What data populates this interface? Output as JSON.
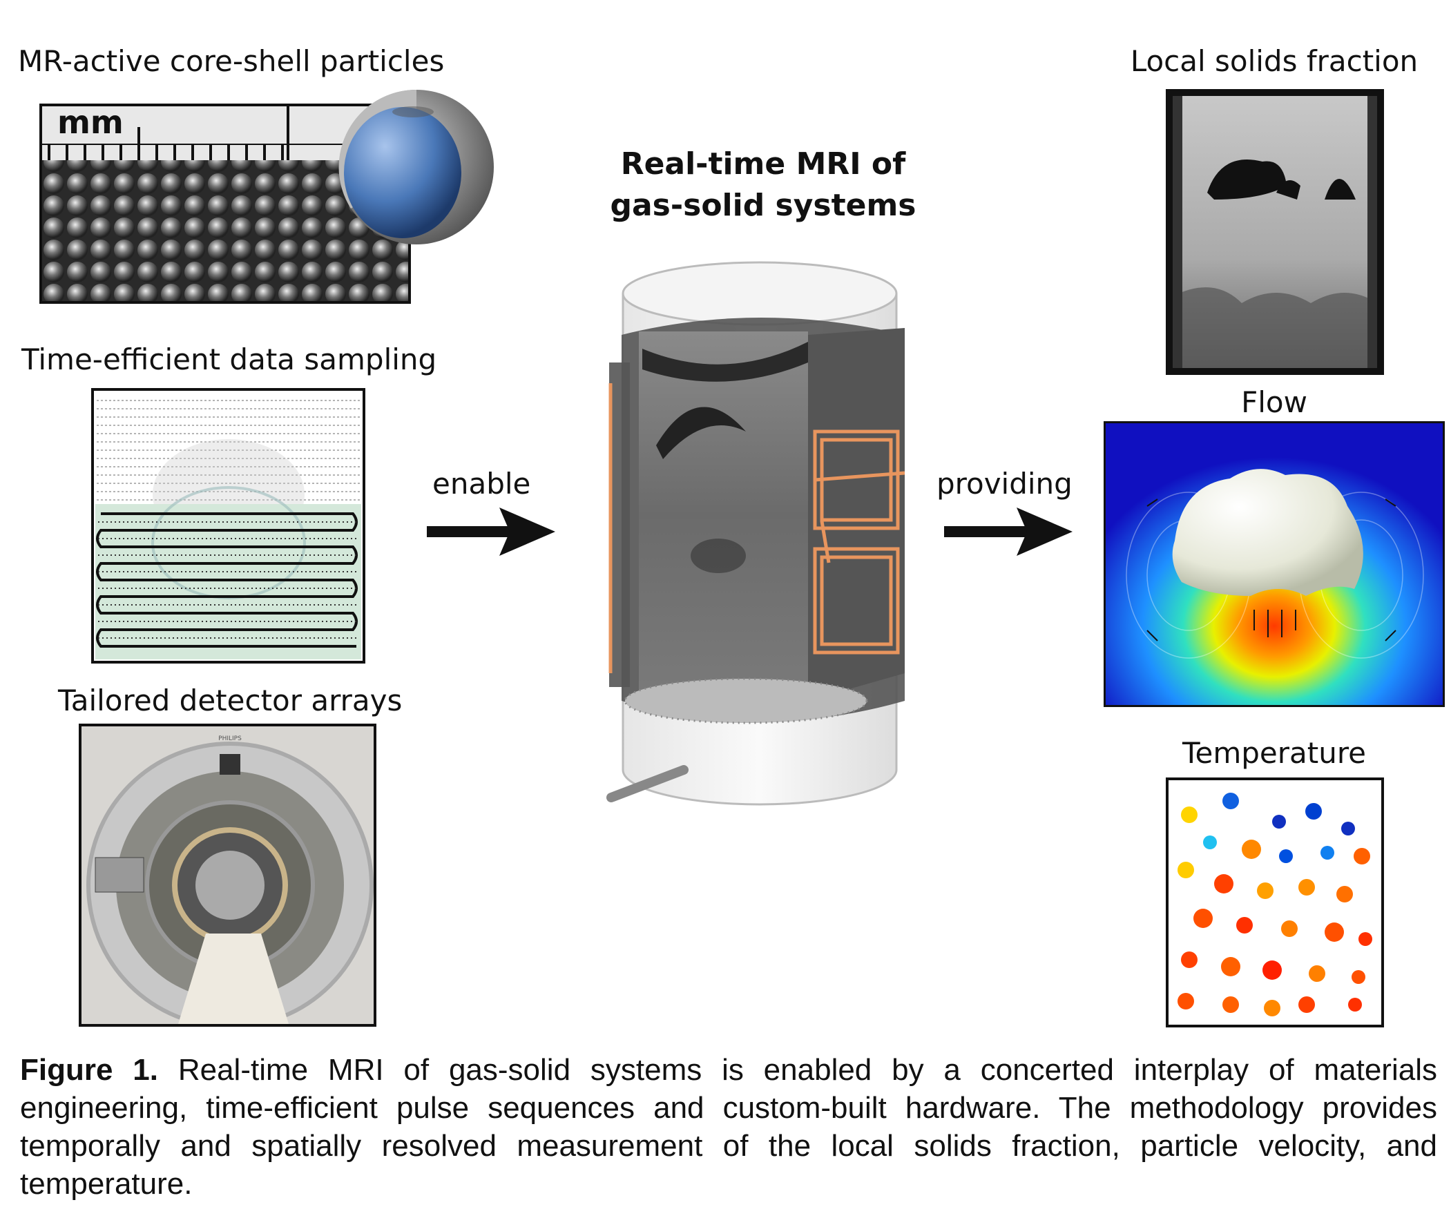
{
  "left": {
    "particles_label": "MR-active core-shell particles",
    "ruler_unit": "mm",
    "sampling_label": "Time-efficient data sampling",
    "detector_label": "Tailored detector arrays",
    "scanner_brand": "PHILIPS"
  },
  "center": {
    "title_line1": "Real-time MRI of",
    "title_line2": "gas-solid systems"
  },
  "arrows": {
    "enable": "enable",
    "providing": "providing"
  },
  "right": {
    "solids_label": "Local solids fraction",
    "flow_label": "Flow",
    "temperature_label": "Temperature"
  },
  "caption": {
    "figure_label": "Figure 1.",
    "text": "Real-time MRI of gas-solid systems is enabled by a concerted interplay of materials engineering, time-efficient pulse sequences and custom-built hardware. The methodology provides temporally and spatially resolved measurement of the local solids fraction, particle velocity, and temperature."
  },
  "colors": {
    "copper": "#e8955e",
    "sphere_blue": "#4a78b8",
    "sampling_green": "#d4e8da"
  }
}
